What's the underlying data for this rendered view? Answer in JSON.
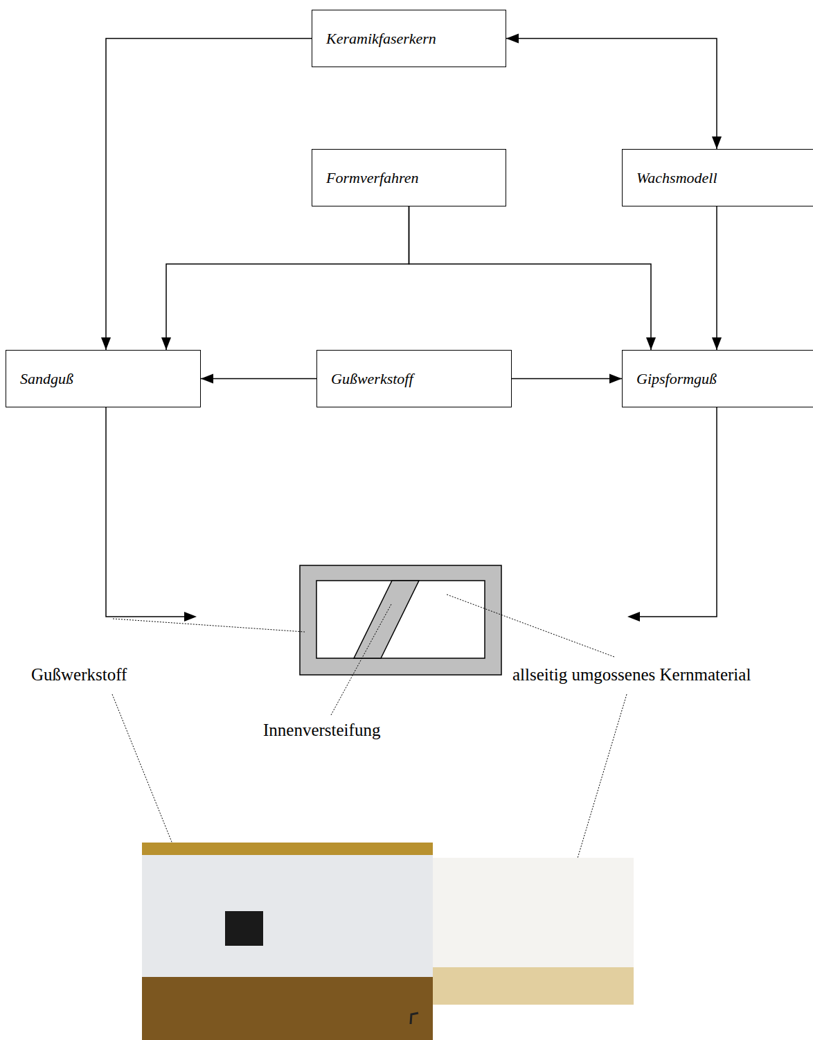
{
  "diagram": {
    "nodes": [
      {
        "text": [
          "Keramikfaserkern"
        ]
      },
      {
        "text": [
          "Formverfahren"
        ]
      },
      {
        "text": [
          "Wachsmodell"
        ]
      },
      {
        "text": [
          "Sandguß"
        ]
      },
      {
        "text": [
          "Gußwerkstoff"
        ]
      },
      {
        "text": [
          "Gipsformguß"
        ]
      }
    ],
    "edges": [
      {
        "from": 0,
        "to": 3,
        "arrow": "to"
      },
      {
        "from": 0,
        "to": 2,
        "arrow": "both"
      },
      {
        "from": 1,
        "to": 3,
        "arrow": "to"
      },
      {
        "from": 1,
        "to": 5,
        "arrow": "to"
      },
      {
        "from": 2,
        "to": 5,
        "arrow": "to"
      },
      {
        "from": 4,
        "to": 3,
        "arrow": "to"
      },
      {
        "from": 4,
        "to": 5,
        "arrow": "to"
      }
    ],
    "labels": [
      "Gußwerkstoff",
      "Innenversteifung",
      "allseitig umgossenes Kernmaterial"
    ]
  }
}
